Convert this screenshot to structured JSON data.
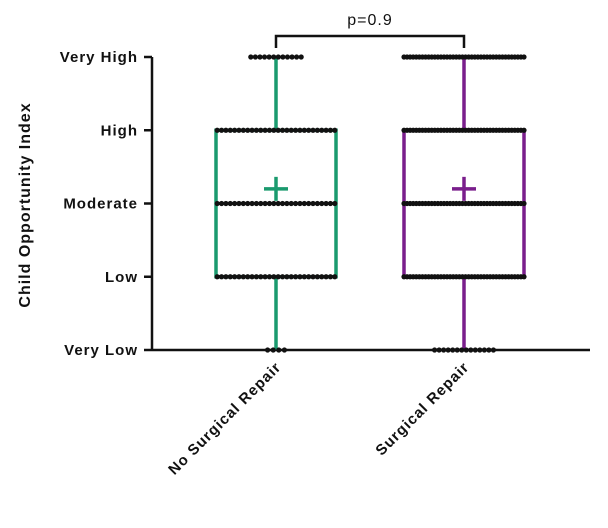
{
  "chart_data": {
    "type": "box",
    "ylabel": "Child Opportunity Index",
    "y_levels": [
      "Very Low",
      "Low",
      "Moderate",
      "High",
      "Very High"
    ],
    "ylim": [
      0,
      4
    ],
    "categories": [
      "No Surgical Repair",
      "Surgical Repair"
    ],
    "series": [
      {
        "category": "No Surgical Repair",
        "color": "#1a9a6e",
        "whisker_low": 0,
        "q1": 1,
        "median": 2,
        "q3": 3,
        "whisker_high": 4,
        "mean": 2.2,
        "points": [
          {
            "y": 4,
            "count": 12
          },
          {
            "y": 3,
            "count": 28
          },
          {
            "y": 2,
            "count": 28
          },
          {
            "y": 1,
            "count": 28
          },
          {
            "y": 0,
            "count": 4
          }
        ]
      },
      {
        "category": "Surgical Repair",
        "color": "#7a1e8c",
        "whisker_low": 0,
        "q1": 1,
        "median": 2,
        "q3": 3,
        "whisker_high": 4,
        "mean": 2.2,
        "points": [
          {
            "y": 4,
            "count": 40
          },
          {
            "y": 3,
            "count": 40
          },
          {
            "y": 2,
            "count": 40
          },
          {
            "y": 1,
            "count": 40
          },
          {
            "y": 0,
            "count": 14
          }
        ]
      }
    ],
    "annotation": {
      "text": "p=0.9",
      "between": [
        "No Surgical Repair",
        "Surgical Repair"
      ]
    },
    "grid": false,
    "legend": "none"
  }
}
